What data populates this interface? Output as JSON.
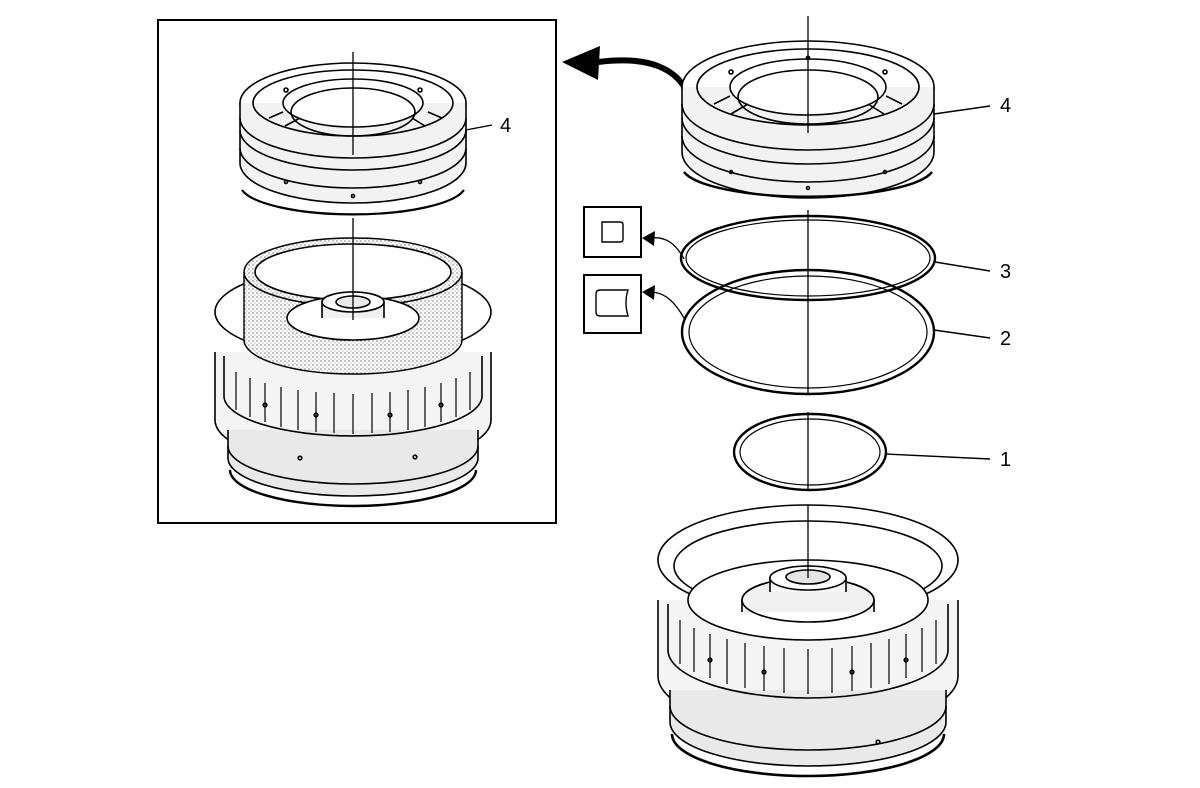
{
  "callouts": {
    "inset_piston": "4",
    "piston": "4",
    "outer_seal": "3",
    "middle_seal": "2",
    "inner_seal": "1"
  },
  "icons": {
    "inset_frame": "detail-inset",
    "install_arrow": "curved-arrow-icon",
    "seal_profile_square": "square-cut-seal-profile-icon",
    "seal_profile_lip": "lip-seal-profile-icon"
  },
  "colors": {
    "line": "#000000",
    "background": "#ffffff",
    "friction_fill": "#bcbcbc",
    "metal_shade": "#e9e9e9"
  }
}
